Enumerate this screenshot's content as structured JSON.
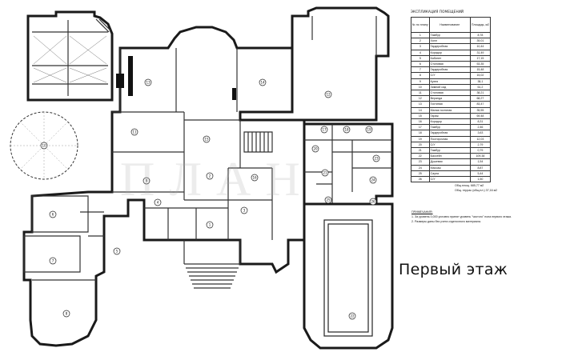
{
  "explication": {
    "title": "ЭКСПЛИКАЦИЯ ПОМЕЩЕНИЙ",
    "headers": {
      "number": "№ по плану",
      "name": "Наименование",
      "area": "Площадь, м2"
    },
    "rows": [
      {
        "n": "1",
        "name": "Тамбур",
        "area": "8,78"
      },
      {
        "n": "2",
        "name": "Холл",
        "area": "39,01"
      },
      {
        "n": "3",
        "name": "Гардеробная",
        "area": "10,44"
      },
      {
        "n": "4",
        "name": "Коридор",
        "area": "31,49"
      },
      {
        "n": "5",
        "name": "Кабинет",
        "area": "17,15"
      },
      {
        "n": "6",
        "name": "Столовая",
        "area": "53,35"
      },
      {
        "n": "7",
        "name": "Гардеробная",
        "area": "15,48"
      },
      {
        "n": "8",
        "name": "С/У",
        "area": "15,02"
      },
      {
        "n": "9",
        "name": "Кухня",
        "area": "38,1"
      },
      {
        "n": "10",
        "name": "Зимний сад",
        "area": "61,2"
      },
      {
        "n": "11",
        "name": "Столовая",
        "area": "38,21"
      },
      {
        "n": "12",
        "name": "Веранда",
        "area": "68,27"
      },
      {
        "n": "13",
        "name": "Гостиная",
        "area": "83,47"
      },
      {
        "n": "14",
        "name": "Малая гостиная",
        "area": "35,55"
      },
      {
        "n": "15",
        "name": "Гараж",
        "area": "69,48"
      },
      {
        "n": "16",
        "name": "Коридор",
        "area": "8,31"
      },
      {
        "n": "17",
        "name": "Тамбур",
        "area": "2,46"
      },
      {
        "n": "18",
        "name": "Гардеробная",
        "area": "3,63"
      },
      {
        "n": "19",
        "name": "Постирочная",
        "area": "12,03"
      },
      {
        "n": "20",
        "name": "С/У",
        "area": "2,79"
      },
      {
        "n": "21",
        "name": "Тамбур",
        "area": "0,79"
      },
      {
        "n": "22",
        "name": "Бассейн",
        "area": "109,38"
      },
      {
        "n": "23",
        "name": "Душевая",
        "area": "1,54"
      },
      {
        "n": "24",
        "name": "Массаж",
        "area": "8,87"
      },
      {
        "n": "25",
        "name": "Сауна",
        "area": "5,44"
      },
      {
        "n": "26",
        "name": "С/У",
        "area": "1,50"
      }
    ],
    "total_area": "Общ.площ.  685,77 м2",
    "total_area_terraces": "Общ. террас (общ.пл.) 37,16 м2"
  },
  "notes": {
    "title": "ПРИМЕЧАНИЯ:",
    "items": [
      "1. За уровень 0,000 условно принят уровень \"чистого\" пола первого этажа.",
      "2. Размеры даны без учета отделочного материала."
    ]
  },
  "floor_label": "Первый   этаж",
  "watermark": "ПЛАН",
  "markers": {
    "m1": "1",
    "m2": "2",
    "m3": "3",
    "m4": "4",
    "m5": "5",
    "m6": "6",
    "m7": "7",
    "m8": "8",
    "m9": "9",
    "m10": "10",
    "m11": "11",
    "m12": "12",
    "m13": "13",
    "m14": "14",
    "m15": "15",
    "m16": "16",
    "m17": "17",
    "m18": "18",
    "m19": "19",
    "m20": "20",
    "m21": "21",
    "m22": "22",
    "m23": "23",
    "m24": "24",
    "m25": "25",
    "m26": "26"
  }
}
